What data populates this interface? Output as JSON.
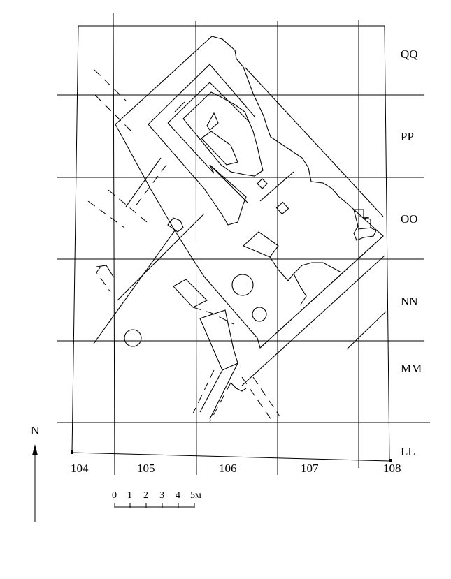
{
  "rows": [
    "QQ",
    "PP",
    "OO",
    "NN",
    "MM",
    "LL"
  ],
  "cols": [
    "104",
    "105",
    "106",
    "107",
    "108"
  ],
  "north": "N",
  "scale": {
    "ticks": [
      "0",
      "1",
      "2",
      "3",
      "4",
      "5м"
    ]
  },
  "colors": {
    "ink": "#000000",
    "paper": "#ffffff"
  }
}
